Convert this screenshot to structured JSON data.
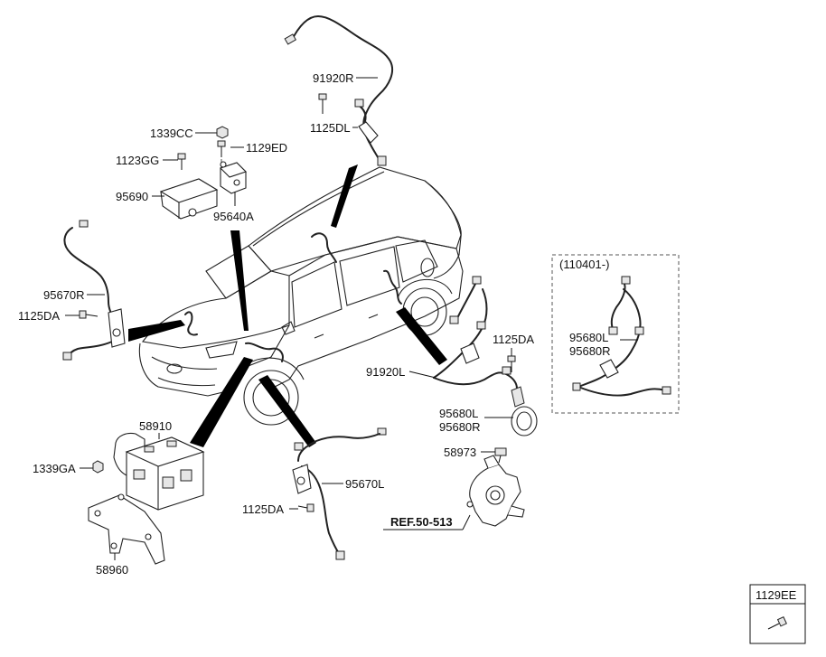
{
  "labels": {
    "l91920R": "91920R",
    "l1125DL": "1125DL",
    "l1339CC": "1339CC",
    "l1129ED": "1129ED",
    "l1123GG": "1123GG",
    "l95690": "95690",
    "l95640A": "95640A",
    "l95670R": "95670R",
    "l1125DA_left": "1125DA",
    "l110401": "(110401-)",
    "l95680L_box": "95680L",
    "l95680R_box": "95680R",
    "l1125DA_right": "1125DA",
    "l91920L": "91920L",
    "l95680L": "95680L",
    "l95680R": "95680R",
    "l58910": "58910",
    "l1339GA": "1339GA",
    "l58960": "58960",
    "l58973": "58973",
    "l95670L": "95670L",
    "l1125DA_bottom": "1125DA",
    "lREF": "REF.50-513",
    "l1129EE": "1129EE"
  }
}
